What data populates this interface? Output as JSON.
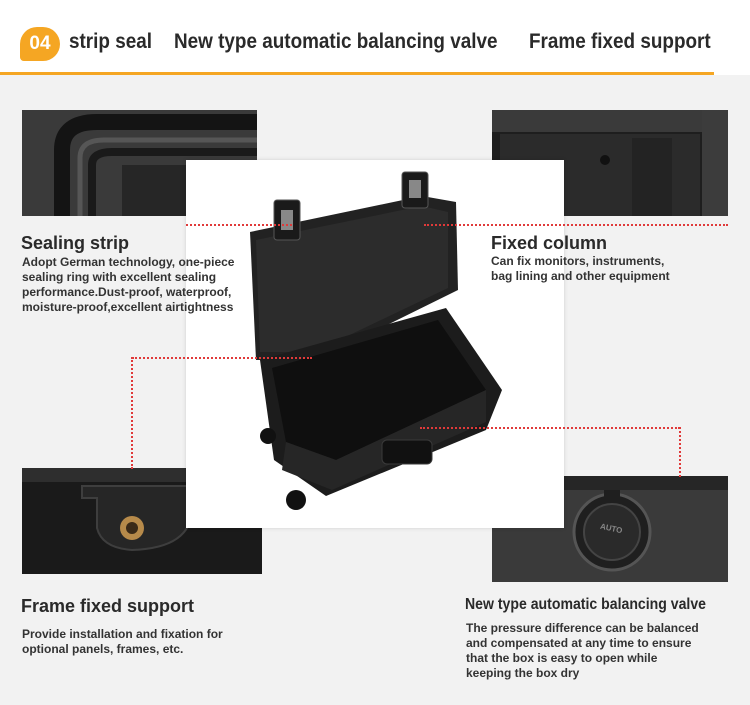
{
  "header": {
    "badge": "04",
    "items": [
      "strip seal",
      "New type automatic balancing valve",
      "Frame fixed support"
    ],
    "accent": "#f5a623"
  },
  "features": {
    "sealing": {
      "title": "Sealing strip",
      "lines": [
        "Adopt German technology, one-piece",
        "sealing ring with excellent sealing",
        "performance.Dust-proof, waterproof,",
        "moisture-proof,excellent airtightness"
      ]
    },
    "column": {
      "title": "Fixed column",
      "lines": [
        "Can fix monitors, instruments,",
        "bag lining and other equipment"
      ]
    },
    "frame": {
      "title": "Frame fixed support",
      "lines": [
        "Provide installation and fixation for",
        "optional panels, frames, etc."
      ]
    },
    "valve": {
      "title": "New type automatic balancing valve",
      "lines": [
        "The pressure difference can be balanced",
        "and compensated at any time to ensure",
        "that the box is easy to open while",
        "keeping the box dry"
      ],
      "valve_text": "AUTO"
    }
  },
  "colors": {
    "dotted_line": "#e03a3a",
    "case": "#1e1e1e"
  }
}
